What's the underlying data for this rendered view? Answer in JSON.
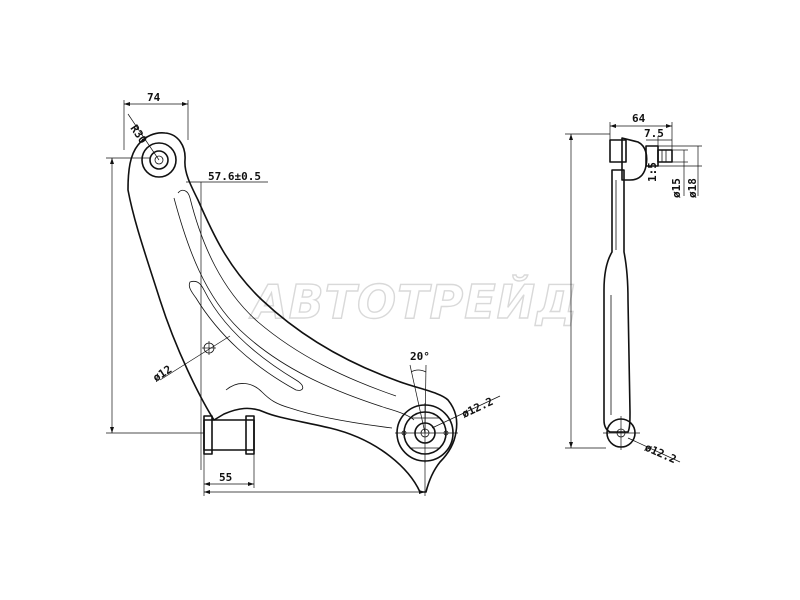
{
  "watermark": {
    "text": "АВТОТРЕЙД"
  },
  "front_view": {
    "dims": {
      "top_width": "74",
      "bushing_radius": "R30",
      "offset": "57.6±0.5",
      "hole_dia": "ø12",
      "angle": "20°",
      "balljoint_hole_dia": "ø12.2",
      "bottom_width": "55"
    }
  },
  "side_view": {
    "dims": {
      "width": "64",
      "stud_len": "7.5",
      "stud_dia_small": "ø15",
      "stud_dia_large": "ø18",
      "hole_dia": "ø12.2"
    }
  },
  "colors": {
    "line": "#111111",
    "watermark": "#d9d9d9"
  }
}
